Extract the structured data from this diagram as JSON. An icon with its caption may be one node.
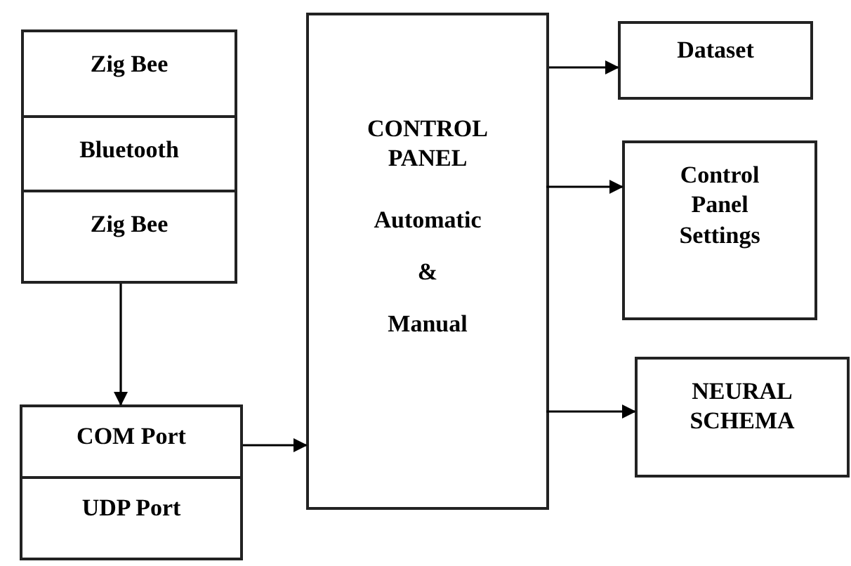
{
  "diagram": {
    "nodes": [
      {
        "text": [
          "Zig Bee"
        ]
      },
      {
        "text": [
          "Bluetooth"
        ]
      },
      {
        "text": [
          "Zig Bee"
        ]
      },
      {
        "text": [
          "COM Port"
        ]
      },
      {
        "text": [
          "UDP Port"
        ]
      },
      {
        "text": [
          "CONTROL PANEL",
          "Automatic",
          "&",
          "Manual"
        ]
      },
      {
        "text": [
          "Dataset"
        ]
      },
      {
        "text": [
          "Control Panel Settings"
        ]
      },
      {
        "text": [
          "NEURAL SCHEMA"
        ]
      }
    ],
    "edges": [
      {
        "from": 2,
        "to": 3,
        "arrow": "to"
      },
      {
        "from": 3,
        "to": 5,
        "arrow": "to"
      },
      {
        "from": 5,
        "to": 6,
        "arrow": "to"
      },
      {
        "from": 5,
        "to": 7,
        "arrow": "to"
      },
      {
        "from": 5,
        "to": 8,
        "arrow": "to"
      }
    ]
  }
}
